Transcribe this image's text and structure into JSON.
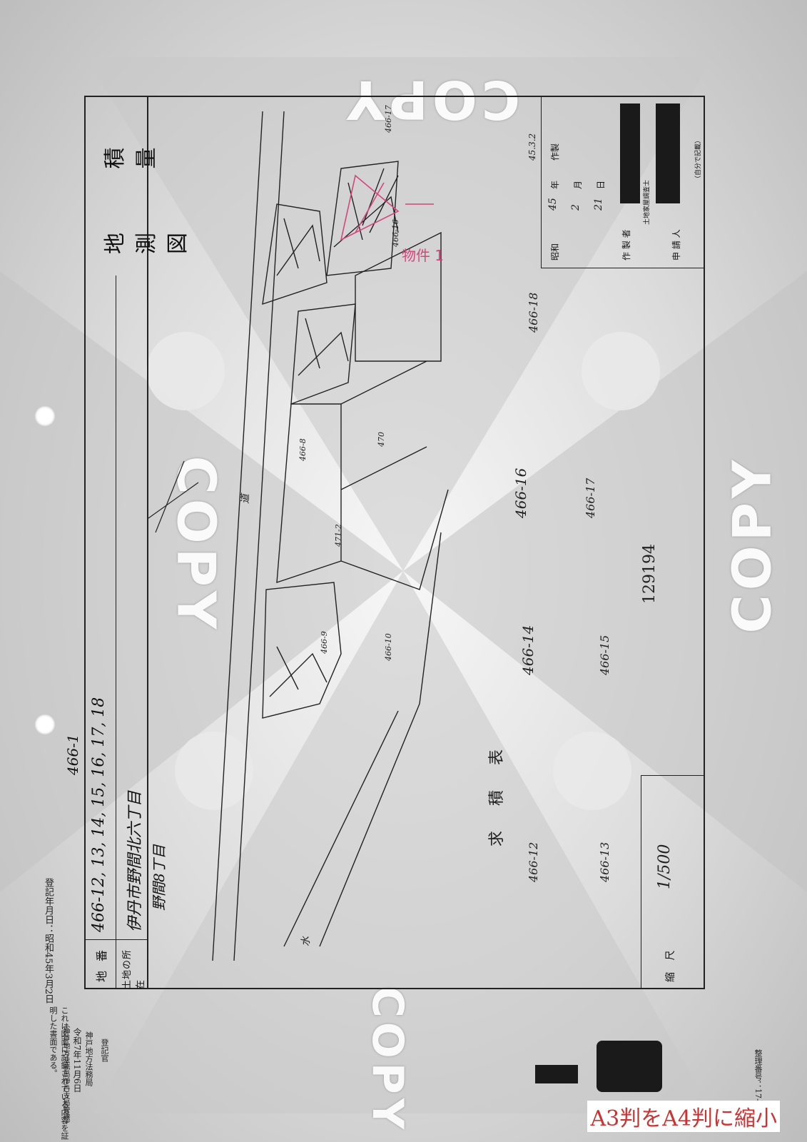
{
  "sheet": {
    "map_title": "地 積 測 量 図",
    "location_label": "土地の所在",
    "location_value": "伊丹市野間北六丁目",
    "location_sub": "野間8丁目",
    "lot_label": "地 番",
    "lot_value": "466-12, 13, 14, 15, 16, 17, 18",
    "lot_header": "466-1",
    "scale_label": "縮 尺",
    "scale_value": "1/500",
    "area_table_title": "求 積 表",
    "serial_number": "129194",
    "property_label": "物件 1",
    "lots": [
      "466-12",
      "466-13",
      "466-14",
      "466-15",
      "466-16",
      "466-17",
      "466-18"
    ],
    "map_lot_labels": [
      "466-9",
      "466-10",
      "470",
      "471-2",
      "466-8",
      "466-17",
      "466-16"
    ],
    "road_label": "道",
    "water_label": "水",
    "date_block": {
      "era": "昭和",
      "year": "45",
      "month": "2",
      "day": "21",
      "author_label": "作 製 者",
      "applicant_label": "申 請 人",
      "made_label": "作製",
      "year_label": "年",
      "month_label": "月",
      "day_label": "日",
      "stamp_note": "（自分で記載）",
      "surveyor_note": "土地家屋調査士",
      "date_code": "45.3.2"
    }
  },
  "margin": {
    "registration_date": "登記年月日：昭和45年3月2日",
    "certification": "これは図面に記録されている内容を証明した書面である。",
    "office": "（神戸地方法務局伊丹支局管轄）",
    "issue_date": "令和7年11月6日",
    "office_short": "神戸地方法務局",
    "registrar": "登記官",
    "page_code": "整理番号：17-2",
    "reduction_note": "A3判をA4判に縮小"
  },
  "watermarks": [
    "COPY",
    "COPY",
    "COPY",
    "COPY"
  ],
  "colors": {
    "property_red": "#d2477a",
    "note_red": "#cc3333"
  }
}
